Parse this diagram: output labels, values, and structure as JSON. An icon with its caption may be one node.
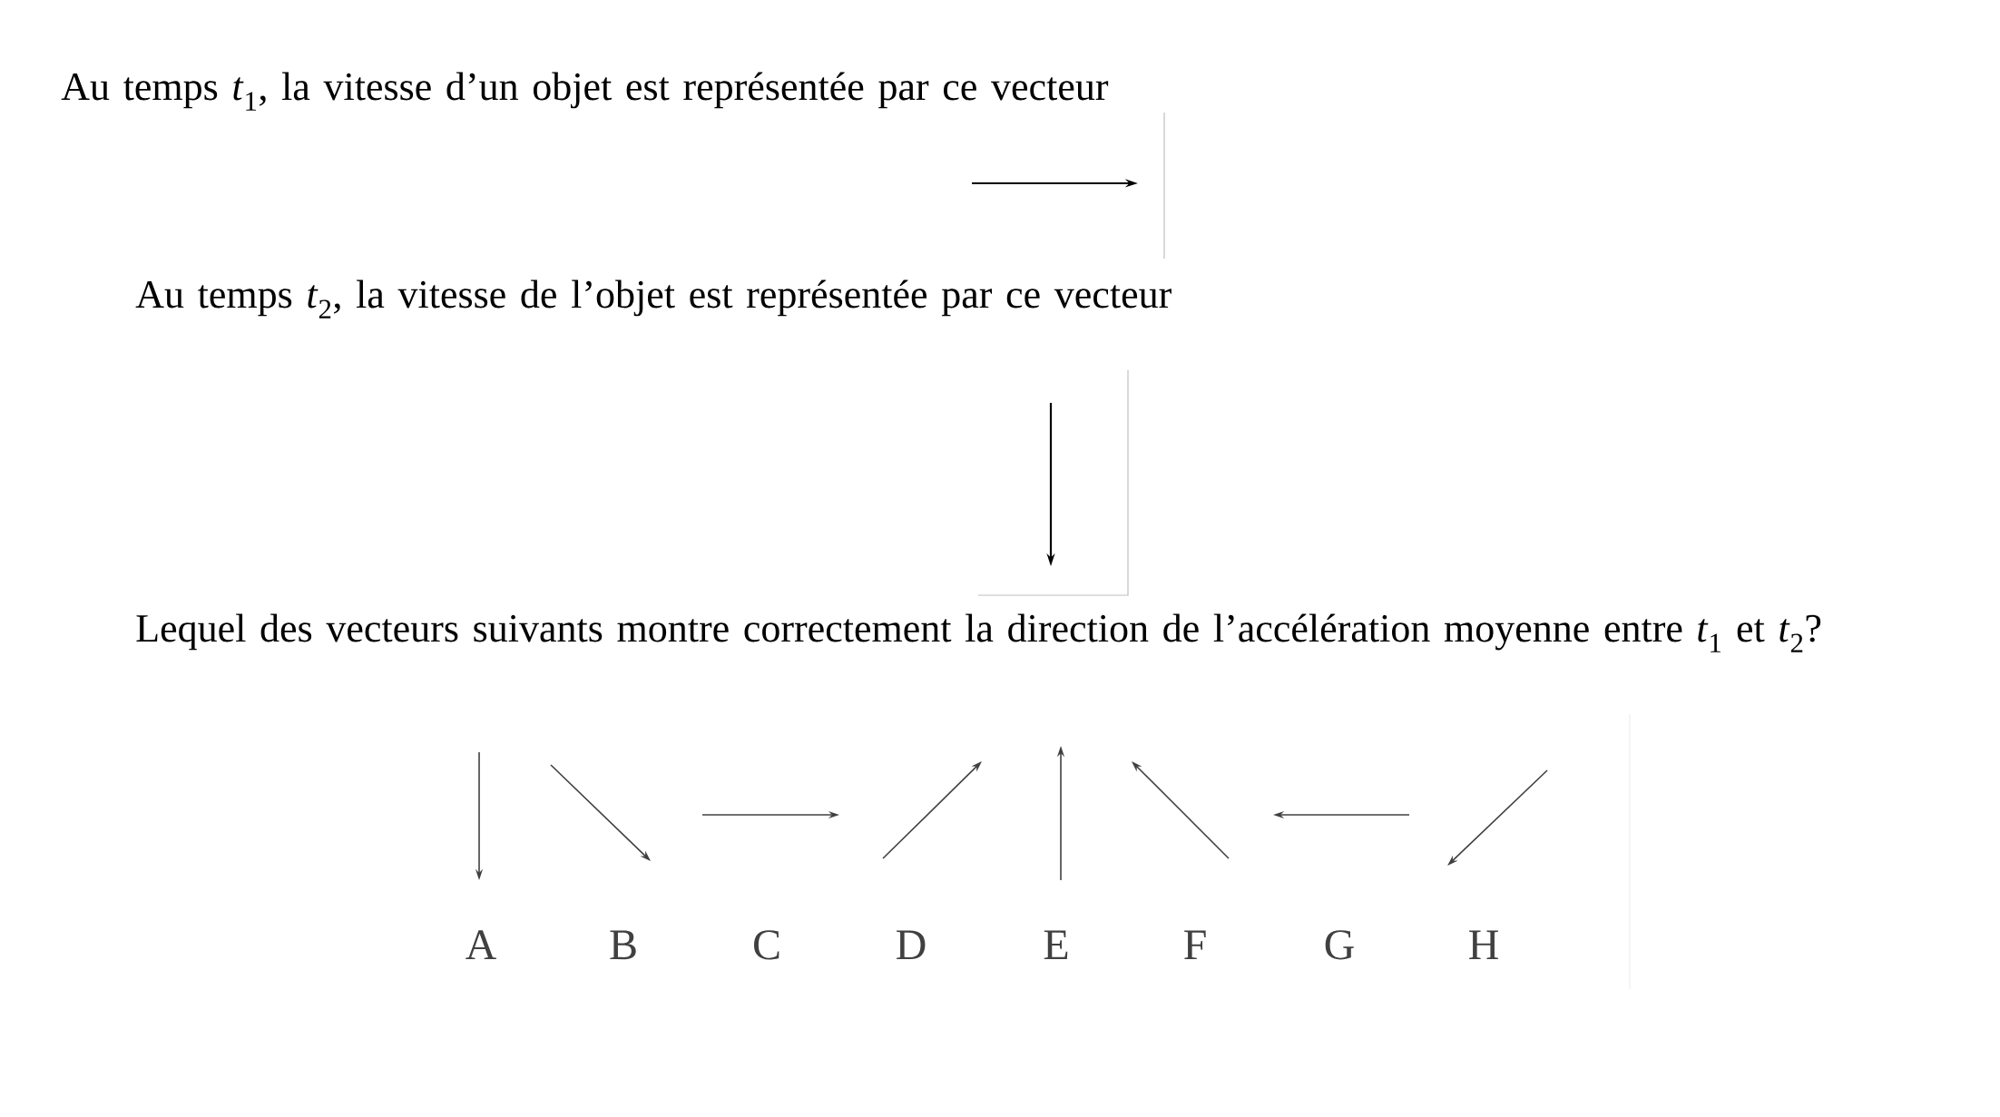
{
  "diagram": {
    "labels": [
      "Au temps *t*$_{1}$, la vitesse d’un objet est représentée par ce vecteur",
      "Au temps *t*$_{2}$, la vitesse de l’objet est représentée par ce vecteur",
      "Lequel des vecteurs suivants montre correctement la direction de l’accélération moyenne entre *t*$_{1}$ et *t*$_{2}$?",
      "A",
      "B",
      "C",
      "D",
      "E",
      "F",
      "G",
      "H"
    ]
  }
}
